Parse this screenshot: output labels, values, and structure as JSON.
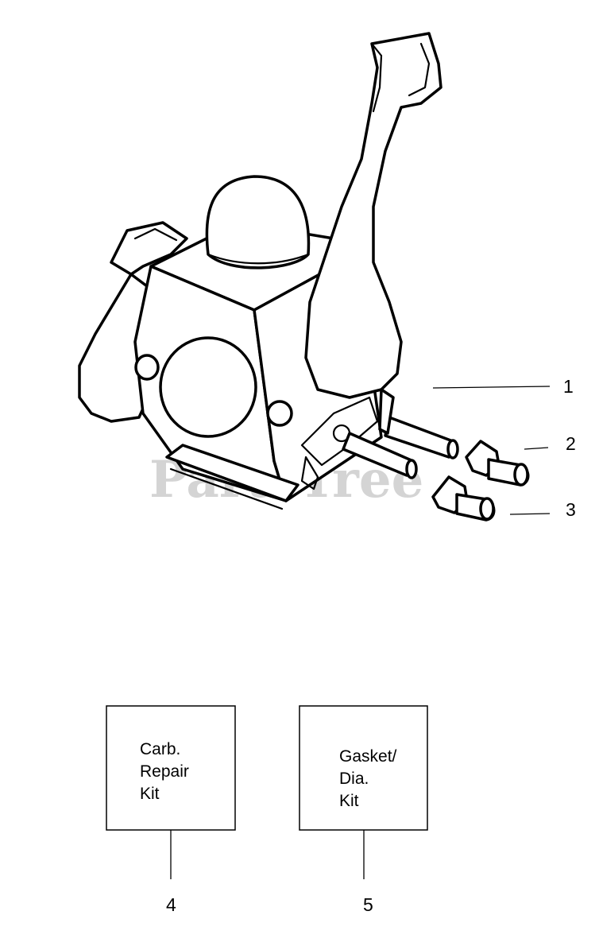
{
  "watermark": "PartsTree",
  "callouts": [
    {
      "number": "1",
      "part": "carburetor"
    },
    {
      "number": "2",
      "part": "fitting"
    },
    {
      "number": "3",
      "part": "fitting"
    }
  ],
  "kits": [
    {
      "number": "4",
      "lines": [
        "Carb.",
        "Repair",
        "Kit"
      ]
    },
    {
      "number": "5",
      "lines": [
        "Gasket/",
        "Dia.",
        "Kit"
      ]
    }
  ]
}
